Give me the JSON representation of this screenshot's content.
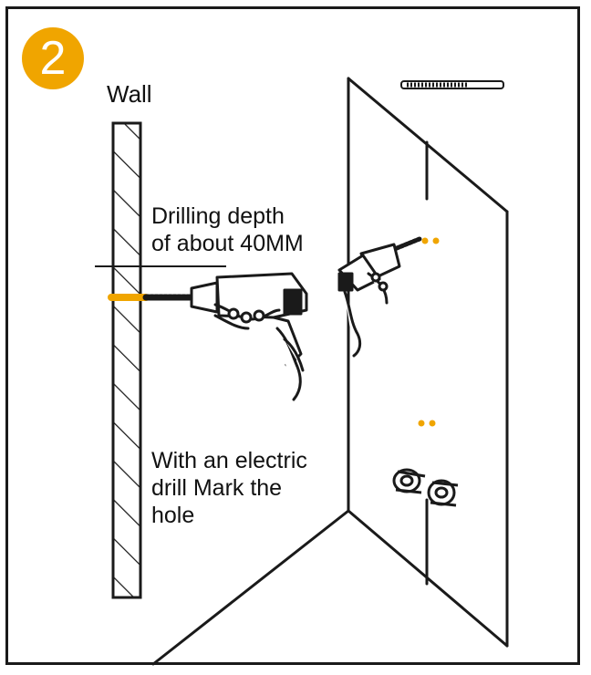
{
  "step": {
    "number": "2"
  },
  "labels": {
    "wall": "Wall",
    "depth_line1": "Drilling depth",
    "depth_line2": "of about 40MM",
    "instruction_line1": "With an electric",
    "instruction_line2": "drill Mark the",
    "instruction_line3": "hole"
  },
  "colors": {
    "accent": "#f0a500",
    "ink": "#1a1a1a",
    "background": "#ffffff"
  },
  "icons": [
    "drill-bit-icon",
    "electric-drill-icon",
    "wall-anchor-icon"
  ]
}
